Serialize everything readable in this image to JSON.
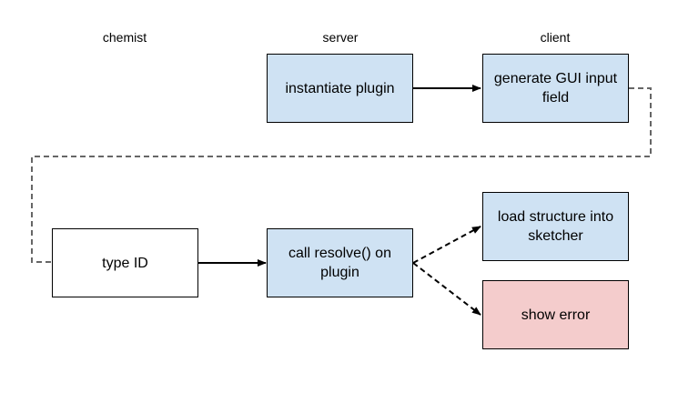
{
  "lanes": {
    "chemist": "chemist",
    "server": "server",
    "client": "client"
  },
  "nodes": {
    "instantiate_plugin": "instantiate plugin",
    "generate_gui": "generate GUI input field",
    "type_id": "type ID",
    "call_resolve": "call resolve() on plugin",
    "load_structure": "load structure into sketcher",
    "show_error": "show error"
  },
  "colors": {
    "process_fill": "#cfe2f3",
    "error_fill": "#f4cccc",
    "input_fill": "#ffffff",
    "connector": "#666666",
    "arrow": "#000000"
  }
}
